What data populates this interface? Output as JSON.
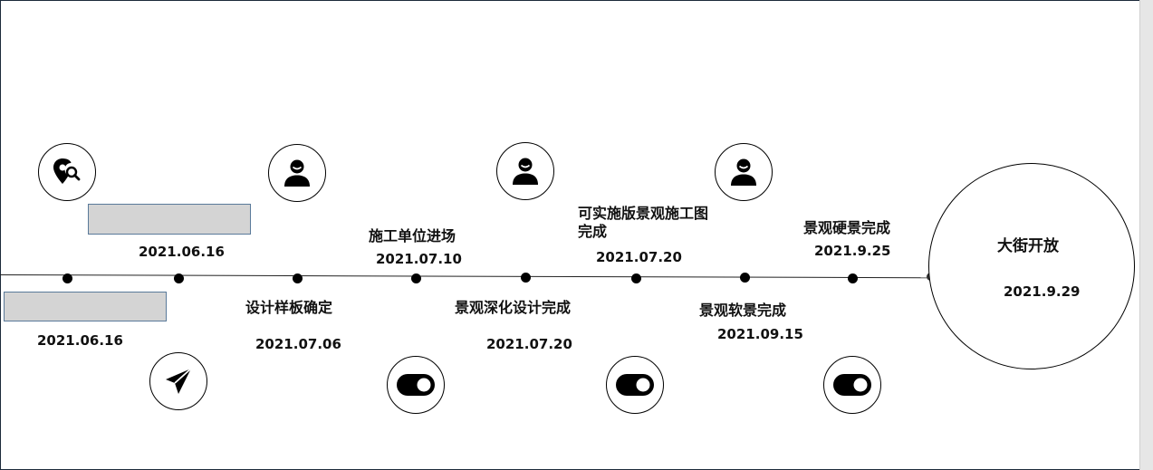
{
  "milestones": {
    "m1_date": "2021.06.16",
    "m2_date": "2021.06.16",
    "m3_title": "设计样板确定",
    "m3_date": "2021.07.06",
    "m4_title": "施工单位进场",
    "m4_date": "2021.07.10",
    "m5_title": "景观深化设计完成",
    "m5_date": "2021.07.20",
    "m6_title": "可实施版景观施工图完成",
    "m6_date": "2021.07.20",
    "m7_title": "景观软景完成",
    "m7_date": "2021.09.15",
    "m8_title": "景观硬景完成",
    "m8_date": "2021.9.25",
    "final_title": "大街开放",
    "final_date": "2021.9.29"
  },
  "icons": {
    "top": [
      "location-search-icon",
      "user-icon",
      "user-icon",
      "user-icon"
    ],
    "bottom": [
      "send-icon",
      "toggle-icon",
      "toggle-icon",
      "toggle-icon"
    ]
  }
}
